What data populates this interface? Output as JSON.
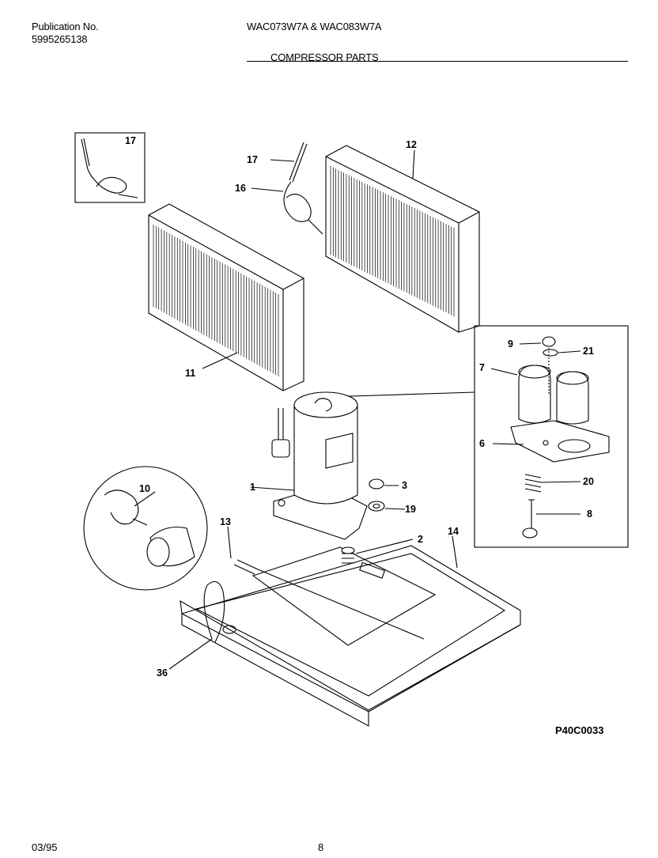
{
  "header": {
    "publication_label": "Publication No.",
    "publication_number": "5995265138",
    "models": "WAC073W7A & WAC083W7A",
    "section_title": "COMPRESSOR PARTS"
  },
  "diagram_code": "P40C0033",
  "footer": {
    "date": "03/95",
    "page": "8"
  },
  "callouts": {
    "c17_inset": "17",
    "c17": "17",
    "c16": "16",
    "c12": "12",
    "c11": "11",
    "c9": "9",
    "c21": "21",
    "c7": "7",
    "c6": "6",
    "c20": "20",
    "c8": "8",
    "c10": "10",
    "c1": "1",
    "c3": "3",
    "c19": "19",
    "c2": "2",
    "c14": "14",
    "c13": "13",
    "c36": "36"
  }
}
